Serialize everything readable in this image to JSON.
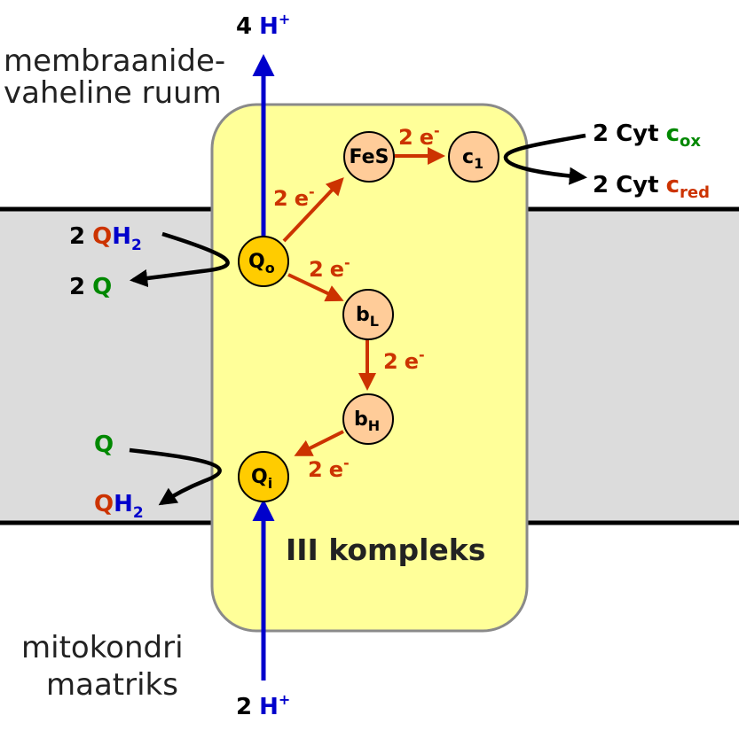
{
  "regions": {
    "intermembrane_line1": "membraanide-",
    "intermembrane_line2": "vaheline ruum",
    "matrix_line1": "mitokondri",
    "matrix_line2": "maatriks"
  },
  "complex_label": "III kompleks",
  "protons": {
    "top_count": "4",
    "bottom_count": "2",
    "symbol": "H",
    "charge": "+"
  },
  "substrates": {
    "qh2_top_coef": "2",
    "q_top_coef": "2",
    "q_letter": "Q",
    "h_letter": "H",
    "h_sub": "2"
  },
  "cytochrome": {
    "coef": "2",
    "name": "Cyt",
    "c_letter": "c",
    "ox": "ox",
    "red": "red"
  },
  "nodes": {
    "qo_main": "Q",
    "qo_sub": "o",
    "qi_main": "Q",
    "qi_sub": "i",
    "fes": "FeS",
    "c1_main": "c",
    "c1_sub": "1",
    "bl_main": "b",
    "bl_sub": "L",
    "bh_main": "b",
    "bh_sub": "H"
  },
  "electron": {
    "coef": "2",
    "e": "e",
    "charge": "-"
  },
  "colors": {
    "membrane": "#dcdcdc",
    "complex_fill": "#ffff99",
    "complex_stroke": "#8a8a8a",
    "quinone_node": "#ffcc00",
    "carrier_node": "#ffcc99",
    "electron_arrow": "#cc3300",
    "proton_arrow": "#0000cc",
    "green": "#008800",
    "orange": "#cc3300",
    "blue": "#0000cc",
    "text": "#222222"
  }
}
